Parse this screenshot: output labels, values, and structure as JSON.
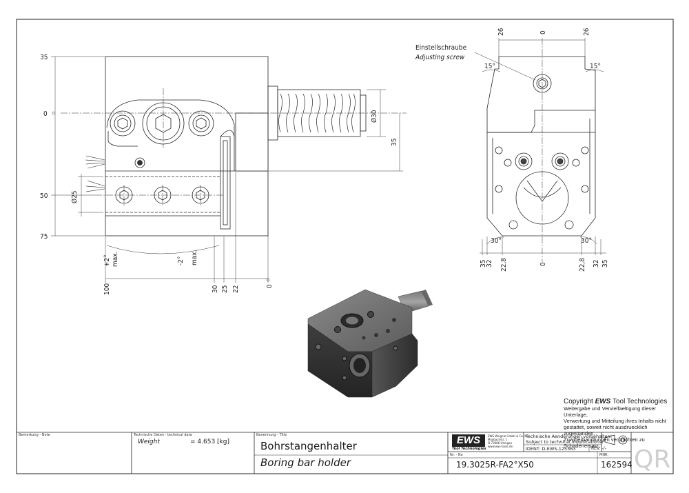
{
  "drawing": {
    "dimensions": {
      "left_view": {
        "v_35": "35",
        "v_0": "0",
        "v_50": "50",
        "v_75": "75",
        "dia25": "Ø25",
        "dia30": "Ø30",
        "h35": "35",
        "plus2": "+2°",
        "minus2": "-2°",
        "max1": "max.",
        "max2": "max.",
        "b100": "100",
        "b30": "30",
        "b25": "25",
        "b22": "22",
        "b0": "0"
      },
      "right_view": {
        "t26a": "26",
        "t0": "0",
        "t26b": "26",
        "a15l": "15°",
        "a15r": "15°",
        "a30l": "30°",
        "a30r": "30°",
        "b35l": "35",
        "b32l": "32",
        "b228l": "22,8",
        "b0": "0",
        "b228r": "22,8",
        "b32r": "32",
        "b35r": "35"
      }
    },
    "callout": {
      "de": "Einstellschraube",
      "en": "Adjusting screw"
    }
  },
  "copyright": {
    "heading_prefix": "Copyright ",
    "heading_brand": "EWS",
    "heading_suffix": " Tool Technologies",
    "lines": [
      "Weitergabe und Vervielfaeltigung dieser Unterlage,",
      "Verwertung und Mitteilung ihres Inhalts nicht",
      "gestattet, soweit nicht ausdruecklich zugestanden.",
      "Zuwiderhandlungen verpflichten zu Schadenersatz."
    ]
  },
  "title_block": {
    "note_label": "Bemerkung - Note",
    "tech_label": "Technische Daten - technical data",
    "weight_label": "Weight",
    "weight_value": "= 4.653 [kg]",
    "title_label": "Benennung - Title",
    "title_de": "Bohrstangenhalter",
    "title_en": "Boring bar holder",
    "logo_text": "EWS",
    "logo_sub": "Tool Technologies",
    "company_lines": [
      "EWS Weigele GmbH & Co. KG",
      "Maybachstr. 1",
      "D-73066 Uhingen",
      "www.ews-tools.de"
    ],
    "change_de": "Technische Aenderungen vorbehalten!",
    "change_en": "Subject to technical modifications!",
    "ident": "IDENT:  D-EWS-125363",
    "rev": "REV:  -/-",
    "nr_label": "Nr. - No",
    "part_number": "19.3025R-FA2°X50",
    "mnr_label": "MNR:",
    "mnr_value": "162594",
    "qr_text": "QR"
  }
}
